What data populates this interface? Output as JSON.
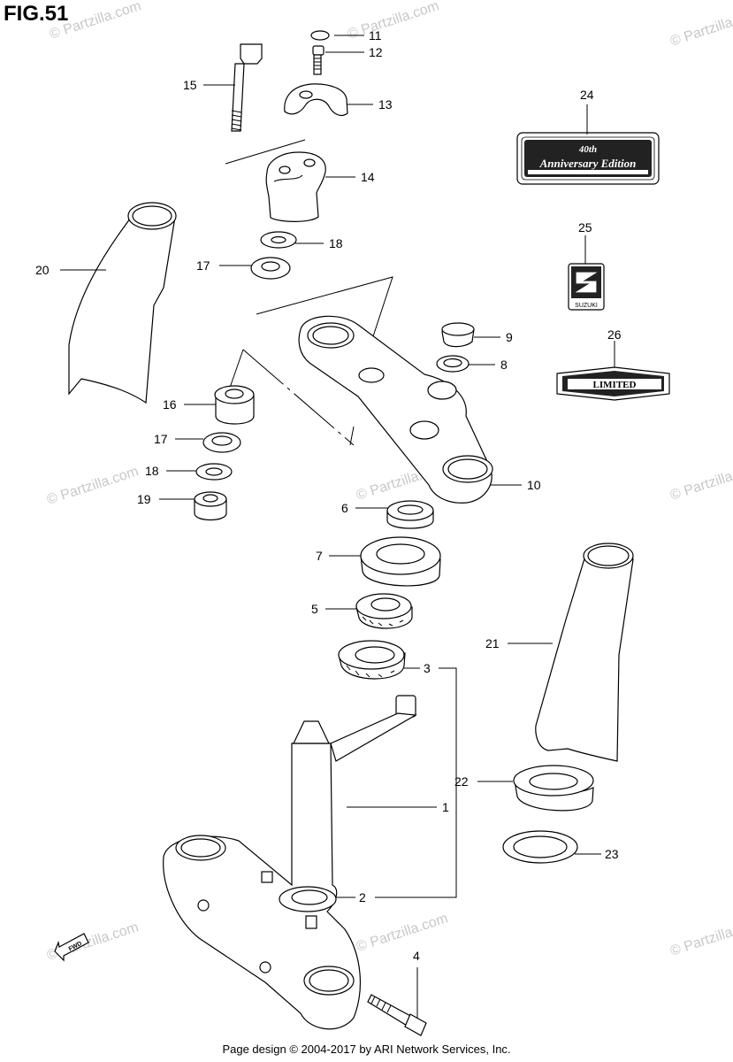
{
  "figure": {
    "title": "FIG.51"
  },
  "watermark": {
    "text": "© Partzilla.com"
  },
  "callouts": [
    "1",
    "2",
    "3",
    "4",
    "5",
    "6",
    "7",
    "8",
    "9",
    "10",
    "11",
    "12",
    "13",
    "14",
    "15",
    "16",
    "17",
    "18",
    "19",
    "20",
    "21",
    "22",
    "23",
    "24",
    "25",
    "26"
  ],
  "callout_17b": "17",
  "callout_18b": "18",
  "decals": {
    "anniversary": {
      "line1": "40th",
      "line2": "Anniversary Edition"
    },
    "suzuki": "SUZUKI",
    "limited": "LIMITED"
  },
  "fwd_arrow": "FWD",
  "footer": {
    "text": "Page design © 2004-2017 by ARI Network Services, Inc."
  }
}
